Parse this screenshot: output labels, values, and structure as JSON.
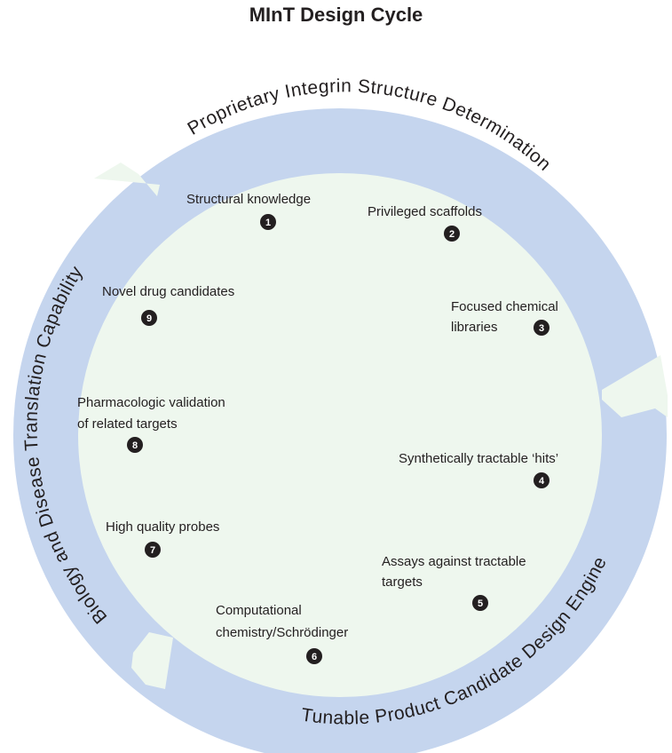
{
  "title": "MInT Design Cycle",
  "colors": {
    "arrow": "#c5d5ee",
    "inner": "#eef7ee",
    "badge": "#231f20",
    "text": "#231f20"
  },
  "arcs": [
    {
      "text": "Proprietary Integrin Structure Determination"
    },
    {
      "text": "Tunable Product Candidate Design Engine"
    },
    {
      "text": "Biology and Disease Translation Capability"
    }
  ],
  "steps": [
    {
      "number": "1",
      "lines": [
        "Structural knowledge"
      ]
    },
    {
      "number": "2",
      "lines": [
        "Privileged scaffolds"
      ]
    },
    {
      "number": "3",
      "lines": [
        "Focused chemical",
        "libraries"
      ]
    },
    {
      "number": "4",
      "lines": [
        "Synthetically tractable ‘hits’"
      ]
    },
    {
      "number": "5",
      "lines": [
        "Assays against tractable",
        "targets"
      ]
    },
    {
      "number": "6",
      "lines": [
        "Computational",
        "chemistry/Schrödinger"
      ]
    },
    {
      "number": "7",
      "lines": [
        "High quality probes"
      ]
    },
    {
      "number": "8",
      "lines": [
        "Pharmacologic validation",
        "of related targets"
      ]
    },
    {
      "number": "9",
      "lines": [
        "Novel drug candidates"
      ]
    }
  ]
}
